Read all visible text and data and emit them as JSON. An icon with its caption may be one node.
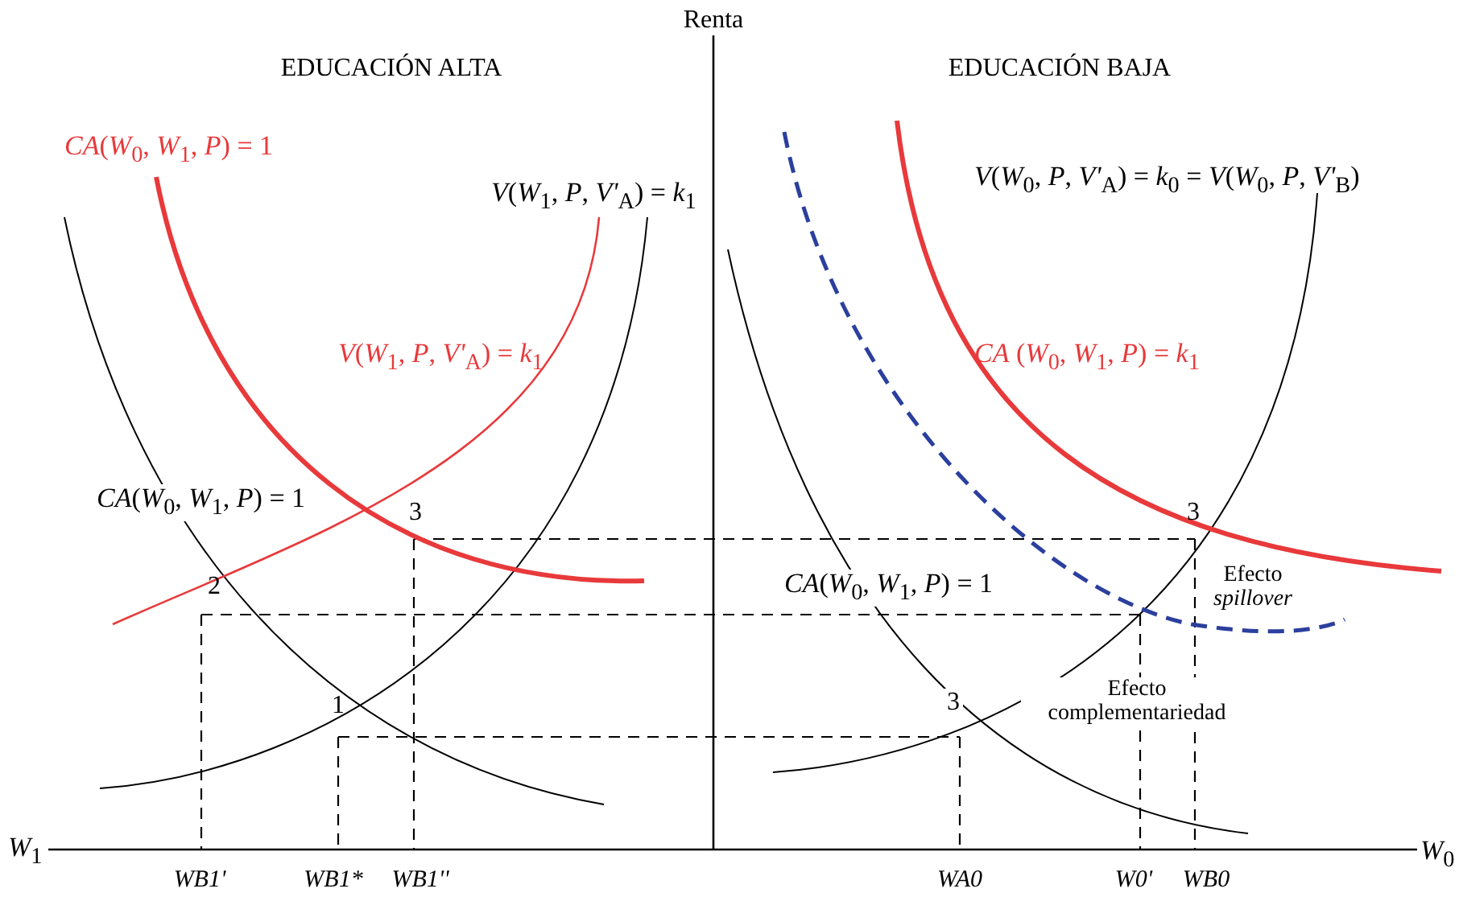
{
  "diagram": {
    "labels": [
      "Renta",
      "EDUCACIÓN ALTA",
      "EDUCACIÓN BAJA",
      "*CA*(*W*$_{0}$, *W*$_{1}$, *P*) = 1",
      "*V*(*W*$_{1}$, *P*, *V'*$_{A}$) = *k*$_{1}$",
      "*V*(*W*$_{0}$, *P*, *V'*$_{A}$) = *k*$_{0}$ = *V*(*W*$_{0}$, *P*, *V'*$_{B}$)",
      "*V*(*W*$_{1}$, *P*, *V'*$_{A}$) = *k*$_{1}$",
      "*CA* (*W*$_{0}$, *W*$_{1}$, *P*) = *k*$_{1}$",
      "*CA*(*W*$_{0}$, *W*$_{1}$, *P*) = 1",
      "3",
      "3",
      "2",
      "*CA*(*W*$_{0}$, *W*$_{1}$, *P*) = 1",
      "Efecto *spillover*",
      "1",
      "3",
      "Efecto complementariedad",
      "*W*$_{1}$",
      "*W*$_{0}$",
      "WB1'",
      "WB1*",
      "WB1''",
      "WA0",
      "W0'",
      "WB0"
    ]
  }
}
